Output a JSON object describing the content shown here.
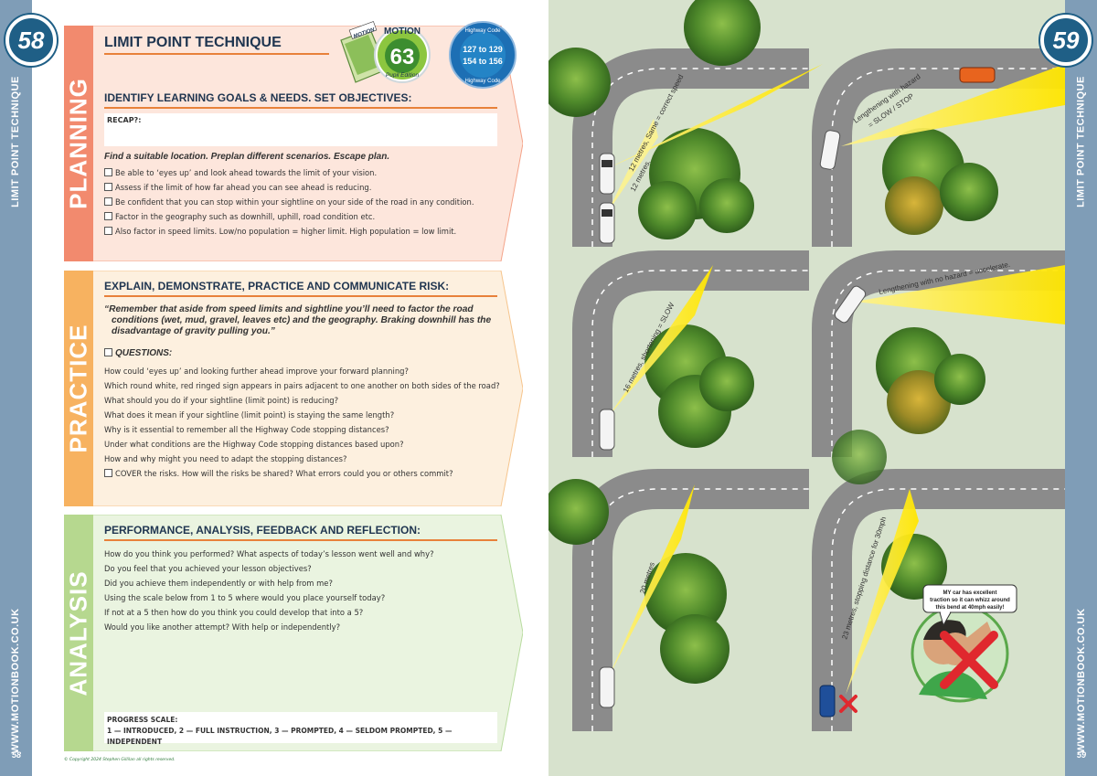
{
  "left_page": {
    "number": "58",
    "side_title": "LIMIT POINT TECHNIQUE",
    "side_url": "WWW.MOTIONBOOK.CO.UK",
    "footer_number": "58",
    "copyright": "© Copyright 2024 Stephen Gillilan all rights reserved.",
    "title": "LIMIT POINT TECHNIQUE",
    "badges": {
      "motion_label": "MOTION",
      "motion_number": "63",
      "motion_sub": "Pupil Edition",
      "book_label": "MOTION",
      "hc_top": "Highway Code",
      "hc_range1": "127 to 129",
      "hc_range2": "154 to 156",
      "hc_bottom": "Highway Code"
    },
    "planning": {
      "tab": "PLANNING",
      "heading": "IDENTIFY LEARNING GOALS & NEEDS. SET OBJECTIVES:",
      "recap_label": "RECAP?:",
      "find": "Find a suitable location. Preplan different scenarios. Escape plan.",
      "items": [
        "Be able to ‘eyes up’ and look ahead towards the limit of your vision.",
        "Assess if the limit of how far ahead you can see ahead is reducing.",
        "Be confident that you can stop within your sightline on your side of the road in any condition.",
        "Factor in the geography such as downhill, uphill, road condition etc.",
        "Also factor in speed limits. Low/no population = higher limit. High population = low limit."
      ]
    },
    "practice": {
      "tab": "PRACTICE",
      "heading": "EXPLAIN, DEMONSTRATE, PRACTICE AND COMMUNICATE RISK:",
      "quote_line1": "“Remember that aside from speed limits and sightline you’ll need to factor the road",
      "quote_line2": "conditions (wet, mud, gravel, leaves etc) and the geography. Braking downhill has the",
      "quote_line3": "disadvantage of gravity pulling you.”",
      "questions_label": "QUESTIONS:",
      "questions": [
        "How could ‘eyes up’ and looking further ahead improve your forward planning?",
        "Which round white, red ringed sign appears in pairs adjacent to one another on both sides of the road?",
        "What should you do if your sightline (limit point) is reducing?",
        "What does it mean if your sightline (limit point) is staying the same length?",
        "Why is it essential to remember all the Highway Code stopping distances?",
        "Under what conditions are the Highway Code stopping distances based upon?",
        "How and why might you need to adapt the stopping distances?"
      ],
      "cover": "COVER the risks. How will the risks be shared? What errors could you or others commit?"
    },
    "analysis": {
      "tab": "ANALYSIS",
      "heading": "PERFORMANCE, ANALYSIS, FEEDBACK AND REFLECTION:",
      "questions": [
        "How do you think you performed? What aspects of today’s lesson went well and why?",
        "Do you feel that you achieved your lesson objectives?",
        "Did you achieve them independently or with help from me?",
        "Using the scale below from 1 to 5 where would you place yourself today?",
        "If not at a 5 then how do you think you could develop that into a 5?",
        "Would you like another attempt? With help or independently?"
      ],
      "progress_label": "PROGRESS SCALE:",
      "progress_scale": "1 — INTRODUCED, 2 — FULL INSTRUCTION, 3 — PROMPTED, 4 — SELDOM PROMPTED, 5 — INDEPENDENT"
    }
  },
  "right_page": {
    "number": "59",
    "side_title": "LIMIT POINT TECHNIQUE",
    "side_url": "WWW.MOTIONBOOK.CO.UK",
    "footer_number": "59",
    "labels": {
      "p1": "12 metres, Same = correct speed",
      "p1b": "12 metres.",
      "p2a": "Lengthening with hazard",
      "p2b": "= SLOW / STOP",
      "p3": "16 metres, shortening = SLOW",
      "p4": "Lengthening with no hazard = accelerate.",
      "p5": "20 metres",
      "p6": "23 metres, stopping distance for 30mph",
      "bubble1": "MY car has excellent",
      "bubble2": "traction so it can whizz around",
      "bubble3": "this bend at 40mph easily!"
    }
  }
}
